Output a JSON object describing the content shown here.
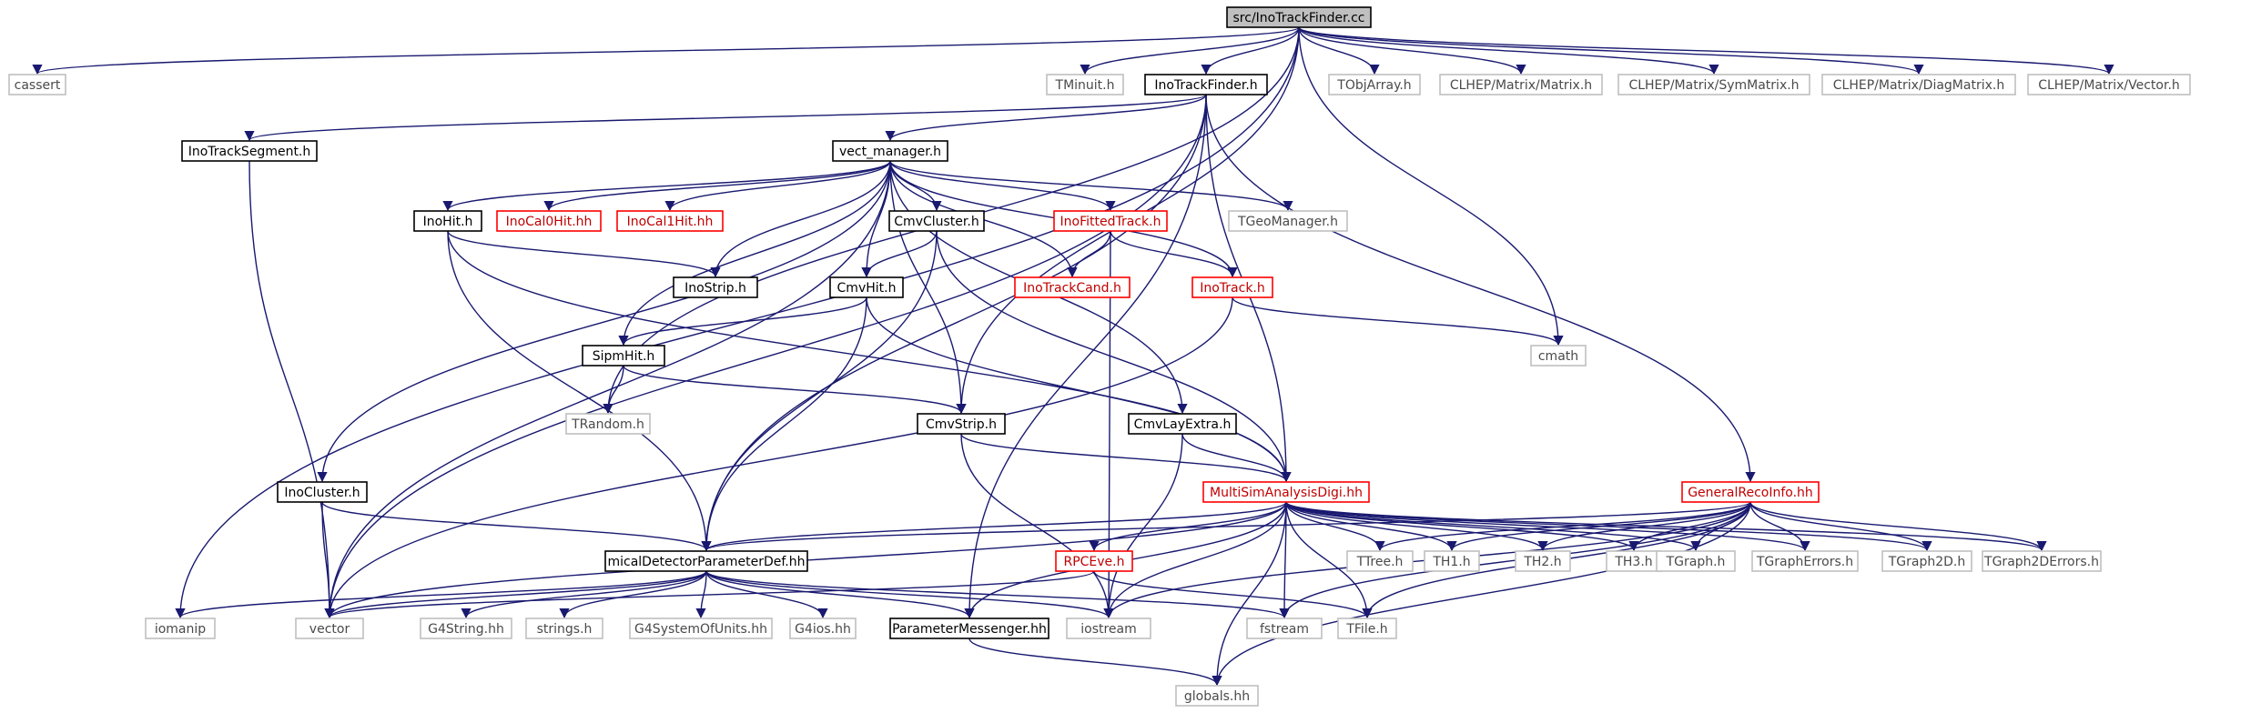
{
  "graph": {
    "nodes": [
      {
        "id": "root",
        "label": "src/InoTrackFinder.cc",
        "style": "root"
      },
      {
        "id": "cassert",
        "label": "cassert",
        "style": "leaf"
      },
      {
        "id": "TMinuit",
        "label": "TMinuit.h",
        "style": "leaf"
      },
      {
        "id": "InoTrackFinder",
        "label": "InoTrackFinder.h",
        "style": "doc"
      },
      {
        "id": "TObjArray",
        "label": "TObjArray.h",
        "style": "leaf"
      },
      {
        "id": "Matrix",
        "label": "CLHEP/Matrix/Matrix.h",
        "style": "leaf"
      },
      {
        "id": "SymMatrix",
        "label": "CLHEP/Matrix/SymMatrix.h",
        "style": "leaf"
      },
      {
        "id": "DiagMatrix",
        "label": "CLHEP/Matrix/DiagMatrix.h",
        "style": "leaf"
      },
      {
        "id": "Vector",
        "label": "CLHEP/Matrix/Vector.h",
        "style": "leaf"
      },
      {
        "id": "InoTrackSegment",
        "label": "InoTrackSegment.h",
        "style": "doc"
      },
      {
        "id": "vect_manager",
        "label": "vect_manager.h",
        "style": "doc"
      },
      {
        "id": "InoHit",
        "label": "InoHit.h",
        "style": "doc"
      },
      {
        "id": "InoCal0Hit",
        "label": "InoCal0Hit.hh",
        "style": "red"
      },
      {
        "id": "InoCal1Hit",
        "label": "InoCal1Hit.hh",
        "style": "red"
      },
      {
        "id": "CmvCluster",
        "label": "CmvCluster.h",
        "style": "doc"
      },
      {
        "id": "InoFittedTrack",
        "label": "InoFittedTrack.h",
        "style": "red"
      },
      {
        "id": "TGeoManager",
        "label": "TGeoManager.h",
        "style": "leaf"
      },
      {
        "id": "InoStrip",
        "label": "InoStrip.h",
        "style": "doc"
      },
      {
        "id": "CmvHit",
        "label": "CmvHit.h",
        "style": "doc"
      },
      {
        "id": "InoTrackCand",
        "label": "InoTrackCand.h",
        "style": "red"
      },
      {
        "id": "InoTrack",
        "label": "InoTrack.h",
        "style": "red"
      },
      {
        "id": "cmath",
        "label": "cmath",
        "style": "leaf"
      },
      {
        "id": "SipmHit",
        "label": "SipmHit.h",
        "style": "doc"
      },
      {
        "id": "TRandom",
        "label": "TRandom.h",
        "style": "leaf"
      },
      {
        "id": "CmvStrip",
        "label": "CmvStrip.h",
        "style": "doc"
      },
      {
        "id": "CmvLayExtra",
        "label": "CmvLayExtra.h",
        "style": "doc"
      },
      {
        "id": "InoCluster",
        "label": "InoCluster.h",
        "style": "doc"
      },
      {
        "id": "MultiSim",
        "label": "MultiSimAnalysisDigi.hh",
        "style": "red"
      },
      {
        "id": "GeneralRecoInfo",
        "label": "GeneralRecoInfo.hh",
        "style": "red"
      },
      {
        "id": "micalDet",
        "label": "micalDetectorParameterDef.hh",
        "style": "doc"
      },
      {
        "id": "RPCEve",
        "label": "RPCEve.h",
        "style": "red"
      },
      {
        "id": "TTree",
        "label": "TTree.h",
        "style": "leaf"
      },
      {
        "id": "TH1",
        "label": "TH1.h",
        "style": "leaf"
      },
      {
        "id": "TH2",
        "label": "TH2.h",
        "style": "leaf"
      },
      {
        "id": "TH3",
        "label": "TH3.h",
        "style": "leaf"
      },
      {
        "id": "TGraph",
        "label": "TGraph.h",
        "style": "leaf"
      },
      {
        "id": "TGraphErrors",
        "label": "TGraphErrors.h",
        "style": "leaf"
      },
      {
        "id": "TGraph2D",
        "label": "TGraph2D.h",
        "style": "leaf"
      },
      {
        "id": "TGraph2DErrors",
        "label": "TGraph2DErrors.h",
        "style": "leaf"
      },
      {
        "id": "iomanip",
        "label": "iomanip",
        "style": "leaf"
      },
      {
        "id": "vector",
        "label": "vector",
        "style": "leaf"
      },
      {
        "id": "G4String",
        "label": "G4String.hh",
        "style": "leaf"
      },
      {
        "id": "strings",
        "label": "strings.h",
        "style": "leaf"
      },
      {
        "id": "G4SystemOfUnits",
        "label": "G4SystemOfUnits.hh",
        "style": "leaf"
      },
      {
        "id": "G4ios",
        "label": "G4ios.hh",
        "style": "leaf"
      },
      {
        "id": "ParameterMessenger",
        "label": "ParameterMessenger.hh",
        "style": "doc"
      },
      {
        "id": "iostream",
        "label": "iostream",
        "style": "leaf"
      },
      {
        "id": "fstream",
        "label": "fstream",
        "style": "leaf"
      },
      {
        "id": "TFile",
        "label": "TFile.h",
        "style": "leaf"
      },
      {
        "id": "globals",
        "label": "globals.hh",
        "style": "leaf"
      }
    ],
    "edges": [
      [
        "root",
        "cassert"
      ],
      [
        "root",
        "TMinuit"
      ],
      [
        "root",
        "InoTrackFinder"
      ],
      [
        "root",
        "TObjArray"
      ],
      [
        "root",
        "Matrix"
      ],
      [
        "root",
        "SymMatrix"
      ],
      [
        "root",
        "DiagMatrix"
      ],
      [
        "root",
        "Vector"
      ],
      [
        "root",
        "iomanip"
      ],
      [
        "root",
        "TRandom"
      ],
      [
        "root",
        "cmath"
      ],
      [
        "root",
        "CmvStrip"
      ],
      [
        "InoTrackFinder",
        "InoTrackSegment"
      ],
      [
        "InoTrackFinder",
        "vect_manager"
      ],
      [
        "InoTrackFinder",
        "vector"
      ],
      [
        "InoTrackFinder",
        "micalDet"
      ],
      [
        "InoTrackFinder",
        "MultiSim"
      ],
      [
        "InoTrackFinder",
        "GeneralRecoInfo"
      ],
      [
        "InoTrackFinder",
        "ParameterMessenger"
      ],
      [
        "InoTrackSegment",
        "vector"
      ],
      [
        "vect_manager",
        "InoHit"
      ],
      [
        "vect_manager",
        "InoCal0Hit"
      ],
      [
        "vect_manager",
        "InoCal1Hit"
      ],
      [
        "vect_manager",
        "CmvCluster"
      ],
      [
        "vect_manager",
        "InoFittedTrack"
      ],
      [
        "vect_manager",
        "TGeoManager"
      ],
      [
        "vect_manager",
        "InoStrip"
      ],
      [
        "vect_manager",
        "CmvHit"
      ],
      [
        "vect_manager",
        "InoTrackCand"
      ],
      [
        "vect_manager",
        "InoTrack"
      ],
      [
        "vect_manager",
        "SipmHit"
      ],
      [
        "vect_manager",
        "CmvLayExtra"
      ],
      [
        "vect_manager",
        "InoCluster"
      ],
      [
        "vect_manager",
        "vector"
      ],
      [
        "vect_manager",
        "CmvStrip"
      ],
      [
        "InoHit",
        "InoStrip"
      ],
      [
        "InoHit",
        "micalDet"
      ],
      [
        "InoHit",
        "MultiSim"
      ],
      [
        "CmvCluster",
        "CmvHit"
      ],
      [
        "CmvCluster",
        "micalDet"
      ],
      [
        "CmvCluster",
        "MultiSim"
      ],
      [
        "InoFittedTrack",
        "InoTrackCand"
      ],
      [
        "InoFittedTrack",
        "InoTrack"
      ],
      [
        "InoFittedTrack",
        "iostream"
      ],
      [
        "CmvHit",
        "SipmHit"
      ],
      [
        "CmvHit",
        "micalDet"
      ],
      [
        "CmvHit",
        "MultiSim"
      ],
      [
        "InoTrack",
        "cmath"
      ],
      [
        "InoTrack",
        "vector"
      ],
      [
        "SipmHit",
        "TRandom"
      ],
      [
        "SipmHit",
        "CmvStrip"
      ],
      [
        "CmvStrip",
        "MultiSim"
      ],
      [
        "CmvStrip",
        "iostream"
      ],
      [
        "CmvLayExtra",
        "MultiSim"
      ],
      [
        "CmvLayExtra",
        "iostream"
      ],
      [
        "InoCluster",
        "vector"
      ],
      [
        "InoCluster",
        "micalDet"
      ],
      [
        "MultiSim",
        "micalDet"
      ],
      [
        "MultiSim",
        "RPCEve"
      ],
      [
        "MultiSim",
        "TTree"
      ],
      [
        "MultiSim",
        "TH1"
      ],
      [
        "MultiSim",
        "TH2"
      ],
      [
        "MultiSim",
        "TH3"
      ],
      [
        "MultiSim",
        "TGraph"
      ],
      [
        "MultiSim",
        "TGraphErrors"
      ],
      [
        "MultiSim",
        "TGraph2D"
      ],
      [
        "MultiSim",
        "TGraph2DErrors"
      ],
      [
        "MultiSim",
        "vector"
      ],
      [
        "MultiSim",
        "ParameterMessenger"
      ],
      [
        "MultiSim",
        "iostream"
      ],
      [
        "MultiSim",
        "fstream"
      ],
      [
        "MultiSim",
        "TFile"
      ],
      [
        "MultiSim",
        "globals"
      ],
      [
        "GeneralRecoInfo",
        "micalDet"
      ],
      [
        "GeneralRecoInfo",
        "TTree"
      ],
      [
        "GeneralRecoInfo",
        "TH1"
      ],
      [
        "GeneralRecoInfo",
        "TH2"
      ],
      [
        "GeneralRecoInfo",
        "TH3"
      ],
      [
        "GeneralRecoInfo",
        "TGraph"
      ],
      [
        "GeneralRecoInfo",
        "TGraphErrors"
      ],
      [
        "GeneralRecoInfo",
        "TGraph2D"
      ],
      [
        "GeneralRecoInfo",
        "TGraph2DErrors"
      ],
      [
        "GeneralRecoInfo",
        "iostream"
      ],
      [
        "GeneralRecoInfo",
        "fstream"
      ],
      [
        "GeneralRecoInfo",
        "TFile"
      ],
      [
        "GeneralRecoInfo",
        "globals"
      ],
      [
        "micalDet",
        "iomanip"
      ],
      [
        "micalDet",
        "vector"
      ],
      [
        "micalDet",
        "G4String"
      ],
      [
        "micalDet",
        "strings"
      ],
      [
        "micalDet",
        "G4SystemOfUnits"
      ],
      [
        "micalDet",
        "G4ios"
      ],
      [
        "micalDet",
        "ParameterMessenger"
      ],
      [
        "micalDet",
        "iostream"
      ],
      [
        "micalDet",
        "fstream"
      ],
      [
        "RPCEve",
        "vector"
      ],
      [
        "RPCEve",
        "TFile"
      ],
      [
        "ParameterMessenger",
        "globals"
      ]
    ]
  }
}
